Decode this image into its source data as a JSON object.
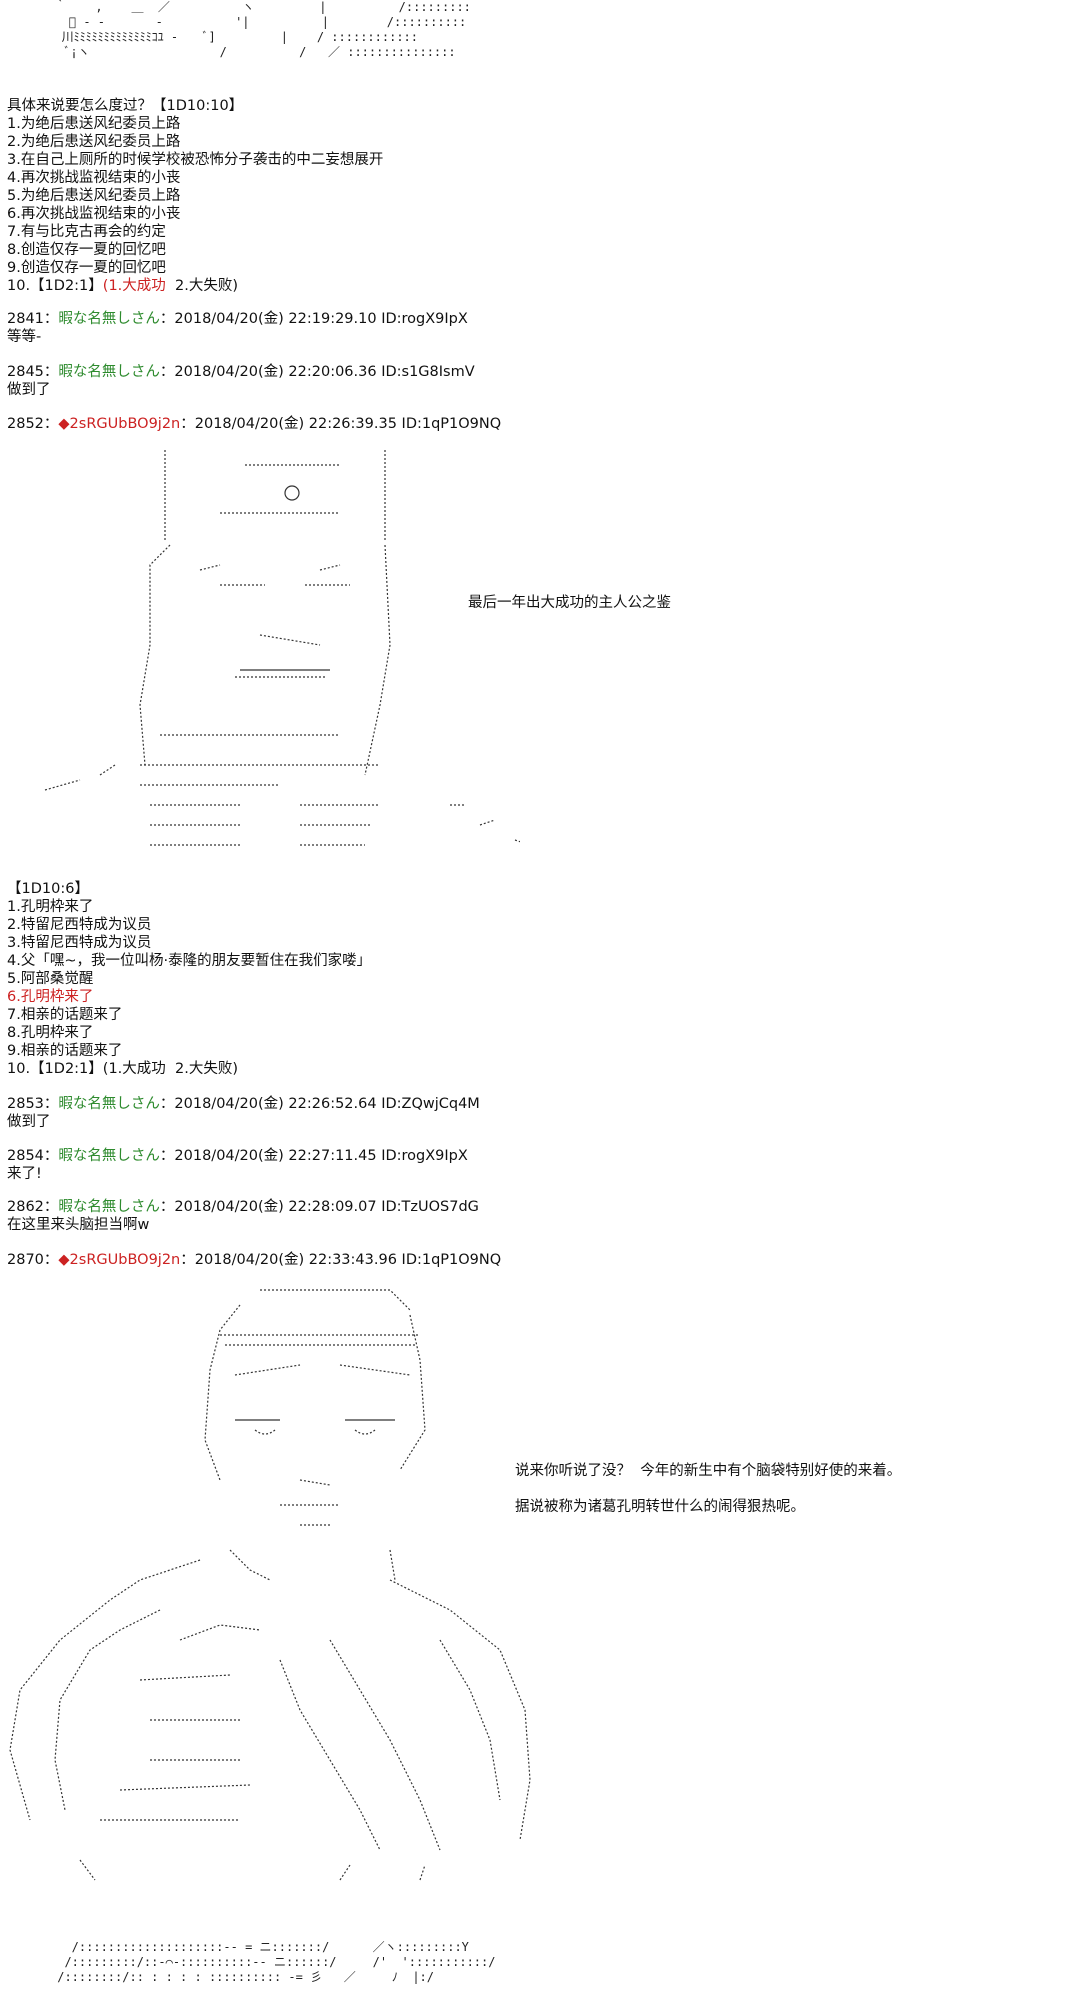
{
  "list1": {
    "header": "具体来说要怎么度过？【1D10:10】",
    "items": [
      "1.为绝后患送风纪委员上路",
      "2.为绝后患送风纪委员上路",
      "3.在自己上厕所的时候学校被恐怖分子袭击的中二妄想展开",
      "4.再次挑战监视结束的小丧",
      "5.为绝后患送风纪委员上路",
      "6.再次挑战监视结束的小丧",
      "7.有与比克古再会的约定",
      "8.创造仅存一夏的回忆吧",
      "9.创造仅存一夏的回忆吧"
    ],
    "last_prefix": "10.【1D2:1】",
    "last_red": "(1.大成功",
    "last_rest": "  2.大失败)"
  },
  "posts": [
    {
      "num": "2841",
      "sep": "：",
      "name": "暇な名無しさん",
      "meta": "：2018/04/20(金) 22:19:29.10 ID:rogX9IpX",
      "body": "等等-"
    },
    {
      "num": "2845",
      "sep": "：",
      "name": "暇な名無しさん",
      "meta": "：2018/04/20(金) 22:20:06.36 ID:s1G8IsmV",
      "body": "做到了"
    },
    {
      "num": "2852",
      "sep": "：",
      "name": "◆2sRGUbBO9j2n",
      "meta": "：2018/04/20(金) 22:26:39.35 ID:1qP1O9NQ"
    }
  ],
  "caption1": "最后一年出大成功的主人公之鉴",
  "list2": {
    "header": "【1D10:6】",
    "items": [
      "1.孔明枠来了",
      "2.特留尼西特成为议员",
      "3.特留尼西特成为议员",
      "4.父「嘿~，我一位叫杨·泰隆的朋友要暂住在我们家喽」",
      "5.阿部桑觉醒"
    ],
    "red_item": "6.孔明枠来了",
    "items_after": [
      "7.相亲的话题来了",
      "8.孔明枠来了",
      "9.相亲的话题来了"
    ],
    "last": "10.【1D2:1】(1.大成功  2.大失败)"
  },
  "posts2": [
    {
      "num": "2853",
      "sep": "：",
      "name": "暇な名無しさん",
      "meta": "：2018/04/20(金) 22:26:52.64 ID:ZQwjCq4M",
      "body": "做到了"
    },
    {
      "num": "2854",
      "sep": "：",
      "name": "暇な名無しさん",
      "meta": "：2018/04/20(金) 22:27:11.45 ID:rogX9IpX",
      "body": "来了!"
    },
    {
      "num": "2862",
      "sep": "：",
      "name": "暇な名無しさん",
      "meta": "：2018/04/20(金) 22:28:09.07 ID:TzUOS7dG",
      "body": "在这里来头脑担当啊w"
    },
    {
      "num": "2870",
      "sep": "：",
      "name": "◆2sRGUbBO9j2n",
      "meta": "：2018/04/20(金) 22:33:43.96 ID:1qP1O9NQ"
    }
  ],
  "caption2a": "说来你听说了没？  今年的新生中有个脑袋特别好使的来着。",
  "caption2b": "据说被称为诸葛孔明转世什么的闹得狠热呢。",
  "colors": {
    "name_green": "#2e8b2e",
    "tripcode_red": "#cc2222"
  }
}
